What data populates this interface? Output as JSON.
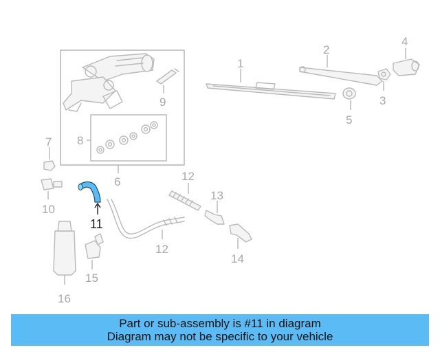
{
  "callouts": {
    "c1": "1",
    "c2": "2",
    "c3": "3",
    "c4": "4",
    "c5": "5",
    "c6": "6",
    "c7": "7",
    "c8": "8",
    "c9": "9",
    "c10": "10",
    "c11": "11",
    "c12a": "12",
    "c12b": "12",
    "c13": "13",
    "c14": "14",
    "c15": "15",
    "c16": "16"
  },
  "highlight": {
    "part": "11",
    "color": "#5bbcf5"
  },
  "banner": {
    "line1": "Part or sub-assembly is #11 in diagram",
    "line2": "Diagram may not be specific to your vehicle",
    "background": "#5bbcf5"
  }
}
